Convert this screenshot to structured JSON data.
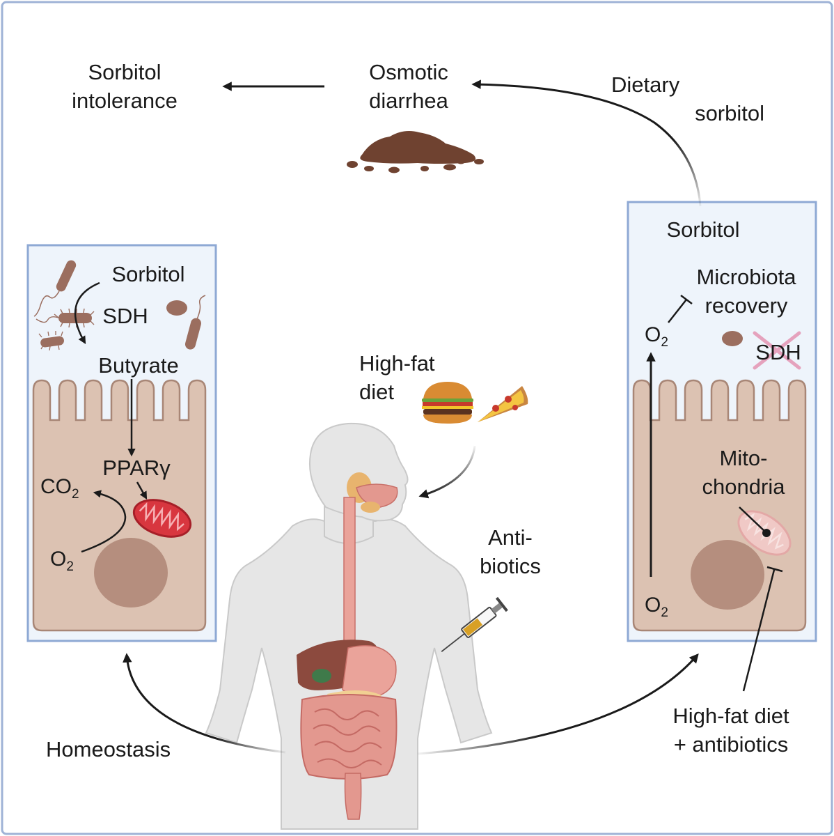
{
  "top": {
    "sorbitol_intolerance": [
      "Sorbitol",
      "intolerance"
    ],
    "osmotic_diarrhea": [
      "Osmotic",
      "diarrhea"
    ],
    "dietary_sorbitol": [
      "Dietary",
      "sorbitol"
    ]
  },
  "left_panel": {
    "sorbitol": "Sorbitol",
    "sdh": "SDH",
    "butyrate": "Butyrate",
    "ppar": "PPARγ",
    "co2": {
      "base": "CO",
      "sub": "2"
    },
    "o2": {
      "base": "O",
      "sub": "2"
    }
  },
  "right_panel": {
    "sorbitol": "Sorbitol",
    "microbiota_recovery": [
      "Microbiota",
      "recovery"
    ],
    "o2_top": {
      "base": "O",
      "sub": "2"
    },
    "sdh": "SDH",
    "mitochondria": [
      "Mito-",
      "chondria"
    ],
    "o2_bottom": {
      "base": "O",
      "sub": "2"
    }
  },
  "center": {
    "high_fat_diet": [
      "High-fat",
      "diet"
    ],
    "antibiotics": [
      "Anti-",
      "biotics"
    ]
  },
  "bottom": {
    "homeostasis": "Homeostasis",
    "hfd_antibiotics": [
      "High-fat diet",
      "+ antibiotics"
    ]
  },
  "colors": {
    "frame": "#9fb3d6",
    "panel_fill": "#eef4fb",
    "panel_border": "#8ea9d4",
    "epithelium": "#dcc2b2",
    "epithelium_edge": "#a88676",
    "nucleus": "#b58e7e",
    "mitochondria_active": "#d8363f",
    "mitochondria_faded": "#f0c9c6",
    "bacteria": "#9b6e5f",
    "sdh_cross": "#e5a2bd",
    "stool": "#6f4230",
    "body": "#e6e6e6",
    "gut": "#e3988f",
    "liver": "#8c4a3e"
  },
  "icons": [
    "bacterium-icon",
    "mitochondrion-icon",
    "burger-icon",
    "pizza-icon",
    "syringe-icon",
    "stool-icon",
    "human-body-icon"
  ]
}
